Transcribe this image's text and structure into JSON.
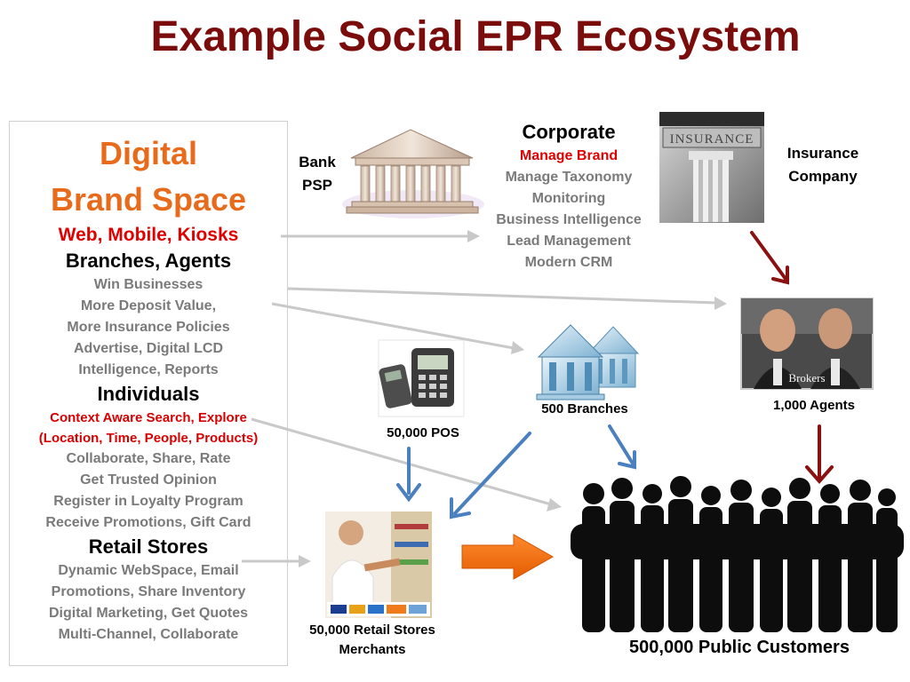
{
  "title": "Example Social EPR Ecosystem",
  "left_panel": {
    "heading_1": "Digital",
    "heading_2": "Brand Space",
    "channels": "Web, Mobile, Kiosks",
    "section_branches": "Branches, Agents",
    "branches_items": [
      "Win Businesses",
      "More Deposit Value,",
      "More Insurance Policies",
      "Advertise, Digital LCD",
      "Intelligence, Reports"
    ],
    "section_individuals": "Individuals",
    "individuals_red": [
      "Context Aware Search, Explore",
      "(Location, Time, People, Products)"
    ],
    "individuals_items": [
      "Collaborate, Share, Rate",
      "Get Trusted Opinion",
      "Register in Loyalty Program",
      "Receive Promotions, Gift Card"
    ],
    "section_retail": "Retail Stores",
    "retail_items": [
      "Dynamic WebSpace, Email",
      "Promotions, Share Inventory",
      "Digital Marketing, Get Quotes",
      "Multi-Channel, Collaborate"
    ]
  },
  "bank": {
    "label_1": "Bank",
    "label_2": "PSP"
  },
  "corporate": {
    "heading": "Corporate",
    "highlight": "Manage Brand",
    "items": [
      "Manage Taxonomy",
      "Monitoring",
      "Business Intelligence",
      "Lead Management",
      "Modern CRM"
    ]
  },
  "insurance": {
    "label_1": "Insurance",
    "label_2": "Company",
    "sign": "INSURANCE"
  },
  "agents": {
    "label": "1,000 Agents",
    "sign": "Brokers"
  },
  "branches": {
    "label": "500 Branches"
  },
  "pos": {
    "label": "50,000 POS"
  },
  "retail": {
    "label_1": "50,000 Retail Stores",
    "label_2": "Merchants"
  },
  "customers": {
    "label": "500,000 Public Customers"
  },
  "colors": {
    "title": "#7b0c0c",
    "orange": "#e86b1c",
    "red": "#e00000",
    "blue_arrow": "#4a7fc0",
    "dark_red_arrow": "#8b1010",
    "gray_arrow": "#c8c8c8"
  }
}
